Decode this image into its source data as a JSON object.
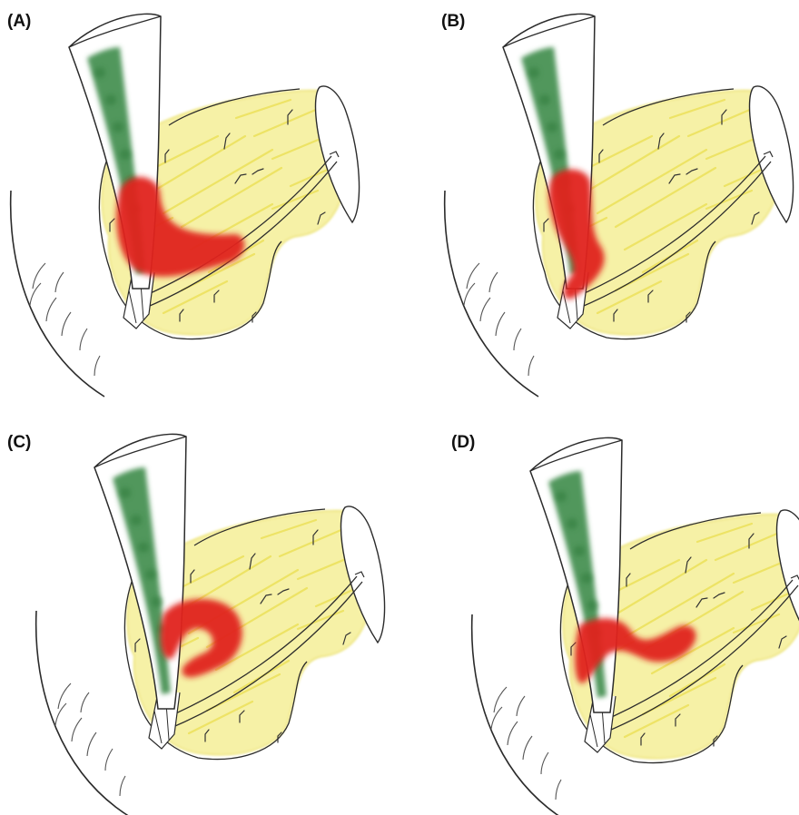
{
  "panels": [
    {
      "label": "(A)",
      "variant": "a"
    },
    {
      "label": "(B)",
      "variant": "b"
    },
    {
      "label": "(C)",
      "variant": "c"
    },
    {
      "label": "(D)",
      "variant": "d"
    }
  ],
  "colors": {
    "outline": "#2b2b2b",
    "fat": "#f4ef8f",
    "fat_stroke": "#e8dd40",
    "vessel": "#3f8c4a",
    "highlight": "#e0231b"
  }
}
